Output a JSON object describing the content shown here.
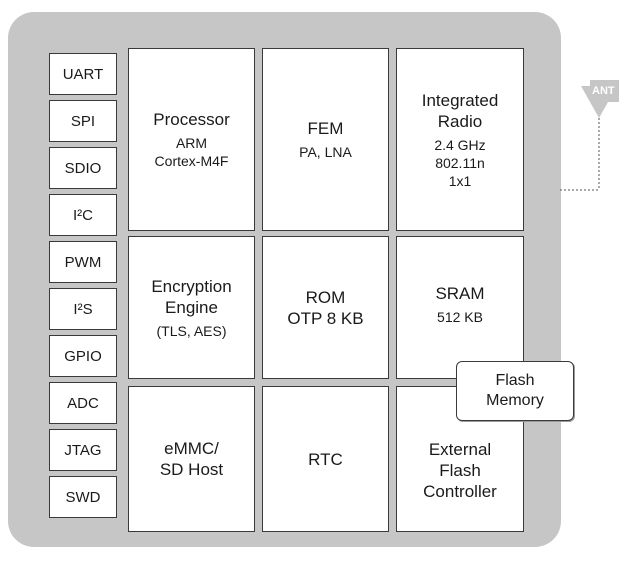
{
  "antenna": {
    "label": "ANT"
  },
  "interfaces": [
    "UART",
    "SPI",
    "SDIO",
    "I²C",
    "PWM",
    "I²S",
    "GPIO",
    "ADC",
    "JTAG",
    "SWD"
  ],
  "blocks": {
    "processor": {
      "title": "Processor",
      "line1": "ARM",
      "line2": "Cortex-M4F"
    },
    "fem": {
      "title": "FEM",
      "line1": "PA, LNA"
    },
    "radio": {
      "title1": "Integrated",
      "title2": "Radio",
      "line1": "2.4 GHz",
      "line2": "802.11n",
      "line3": "1x1"
    },
    "encryption": {
      "title1": "Encryption",
      "title2": "Engine",
      "line1": "(TLS, AES)"
    },
    "rom": {
      "title1": "ROM",
      "title2": "OTP 8 KB"
    },
    "sram": {
      "title": "SRAM",
      "line1": "512 KB"
    },
    "emmc": {
      "title1": "eMMC/",
      "title2": "SD Host"
    },
    "rtc": {
      "title": "RTC"
    },
    "flash_controller": {
      "line1": "External",
      "line2": "Flash",
      "line3": "Controller"
    },
    "flash_memory": {
      "line1": "Flash",
      "line2": "Memory"
    }
  },
  "colors": {
    "chip_background": "#c6c6c6",
    "block_fill": "#ffffff",
    "border": "#3a3a3a",
    "antenna": "#c6c6c6"
  }
}
